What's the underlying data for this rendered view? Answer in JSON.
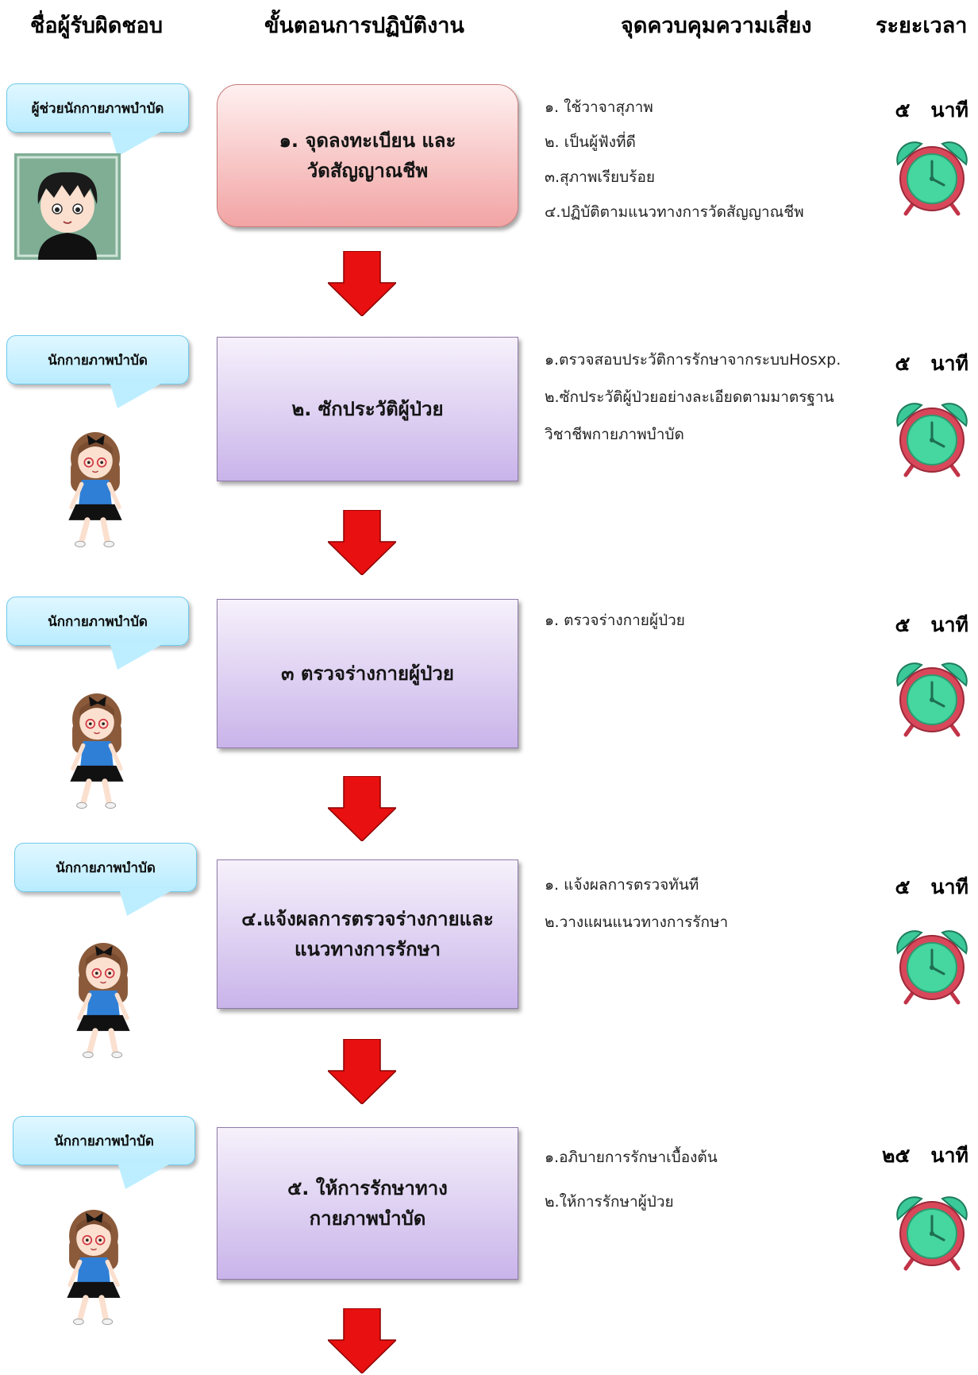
{
  "headers": {
    "responsible": "ชื่อผู้รับผิดชอบ",
    "procedure": "ขั้นตอนการปฏิบัติงาน",
    "risk_control": "จุดควบคุมความเสี่ยง",
    "duration": "ระยะเวลา"
  },
  "steps": [
    {
      "responsible": "ผู้ช่วยนักกายภาพบำบัด",
      "title_line1": "๑. จุดลงทะเบียน และ",
      "title_line2": "วัดสัญญาณชีพ",
      "risks": [
        "๑. ใช้วาจาสุภาพ",
        "๒. เป็นผู้ฟังที่ดี",
        "๓.สุภาพเรียบร้อย",
        "๔.ปฏิบัติตามแนวทางการวัดสัญญาณชีพ"
      ],
      "time_value": "๕",
      "time_unit": "นาที"
    },
    {
      "responsible": "นักกายภาพบำบัด",
      "title_line1": "๒. ซักประวัติผู้ป่วย",
      "title_line2": "",
      "risks": [
        "๑.ตรวจสอบประวัติการรักษาจากระบบHosxp.",
        "๒.ซักประวัติผู้ป่วยอย่างละเอียดตามมาตรฐาน",
        "วิชาชีพกายภาพบำบัด"
      ],
      "time_value": "๕",
      "time_unit": "นาที"
    },
    {
      "responsible": "นักกายภาพบำบัด",
      "title_line1": "๓ ตรวจร่างกายผู้ป่วย",
      "title_line2": "",
      "risks": [
        "๑. ตรวจร่างกายผู้ป่วย"
      ],
      "time_value": "๕",
      "time_unit": "นาที"
    },
    {
      "responsible": "นักกายภาพบำบัด",
      "title_line1": "๔.แจ้งผลการตรวจร่างกายและ",
      "title_line2": "แนวทางการรักษา",
      "risks": [
        "๑. แจ้งผลการตรวจทันที",
        "๒.วางแผนแนวทางการรักษา"
      ],
      "time_value": "๕",
      "time_unit": "นาที"
    },
    {
      "responsible": "นักกายภาพบำบัด",
      "title_line1": "๕. ให้การรักษาทาง",
      "title_line2": "กายภาพบำบัด",
      "risks": [
        "๑.อภิบายการรักษาเบื้องต้น",
        "๒.ให้การรักษาผู้ป่วย"
      ],
      "time_value": "๒๕",
      "time_unit": "นาที"
    }
  ],
  "colors": {
    "arrow": "#e81010",
    "step1_box": "#f2a4a4",
    "step_box": "#c9b4ea",
    "bubble": "#b9ecff",
    "clock_face": "#3ccf9a",
    "clock_body": "#d9475a"
  },
  "icons": [
    "boy-avatar-icon",
    "girl-therapist-icon",
    "alarm-clock-icon",
    "down-arrow-icon"
  ]
}
